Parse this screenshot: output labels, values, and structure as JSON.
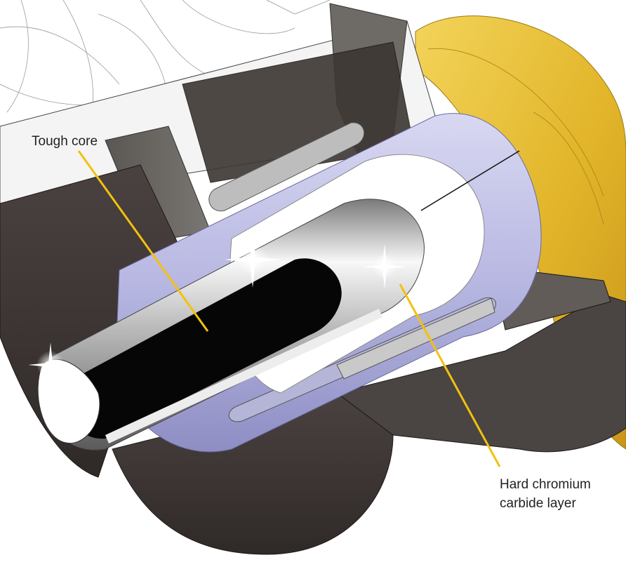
{
  "labels": {
    "core": "Tough core",
    "layer_line1": "Hard chromium",
    "layer_line2": "carbide layer"
  },
  "colors": {
    "leader": "#f2c10f",
    "yellow_part": "#e2b52a",
    "dark_body": "#3f3835",
    "lavender_sleeve": "#c4c4ea",
    "pin_black": "#060606",
    "pin_chrome": "#e8e8e8"
  },
  "icons": {
    "sparkle": "sparkle-icon"
  }
}
